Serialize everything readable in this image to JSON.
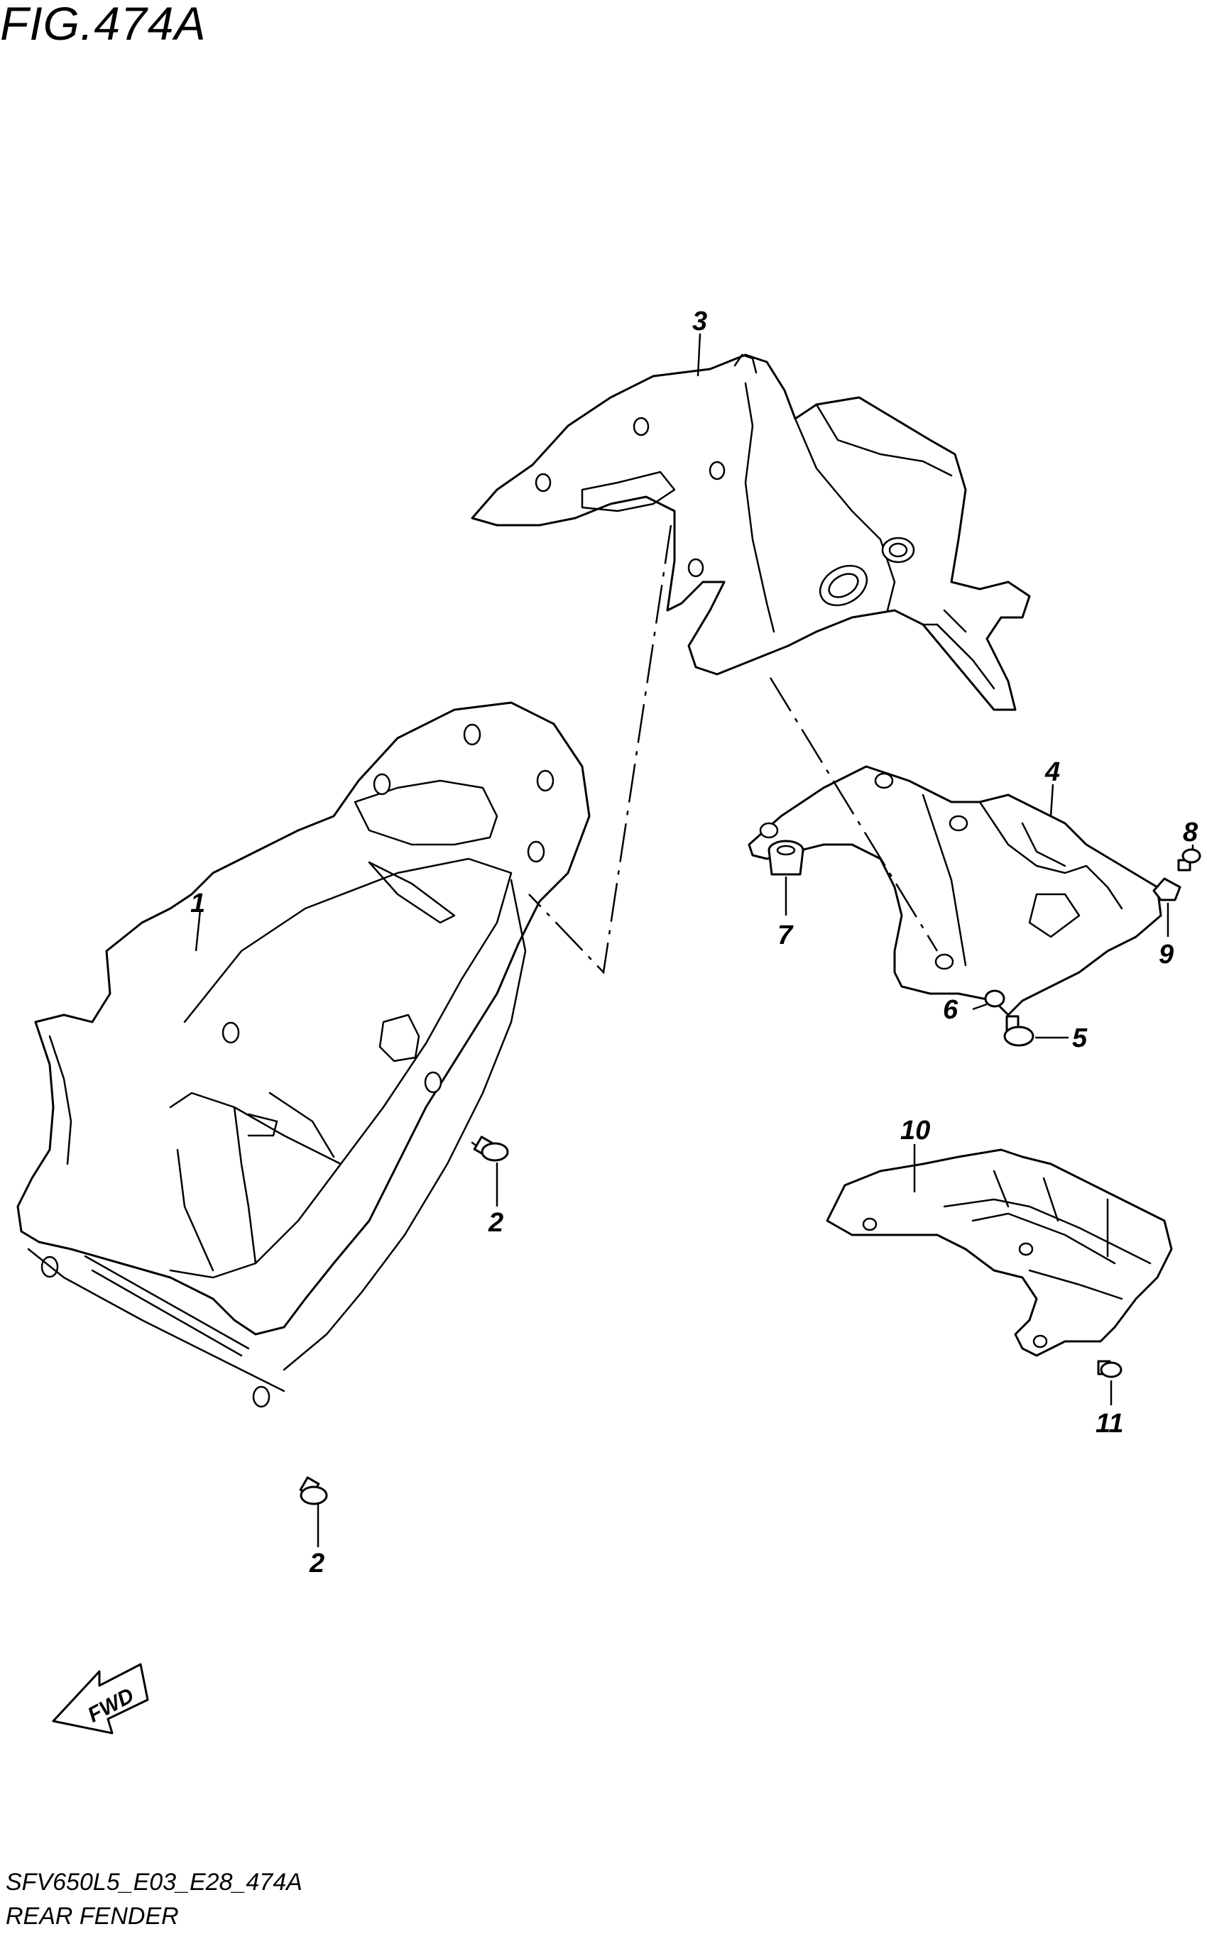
{
  "figure": {
    "title": "FIG.474A",
    "code": "SFV650L5_E03_E28_474A",
    "name": "REAR FENDER"
  },
  "fwd_arrow": {
    "label": "FWD"
  },
  "callouts": [
    {
      "id": "c1",
      "label": "1"
    },
    {
      "id": "c2a",
      "label": "2"
    },
    {
      "id": "c2b",
      "label": "2"
    },
    {
      "id": "c3",
      "label": "3"
    },
    {
      "id": "c4",
      "label": "4"
    },
    {
      "id": "c5",
      "label": "5"
    },
    {
      "id": "c6",
      "label": "6"
    },
    {
      "id": "c7",
      "label": "7"
    },
    {
      "id": "c8",
      "label": "8"
    },
    {
      "id": "c9",
      "label": "9"
    },
    {
      "id": "c10",
      "label": "10"
    },
    {
      "id": "c11",
      "label": "11"
    }
  ]
}
